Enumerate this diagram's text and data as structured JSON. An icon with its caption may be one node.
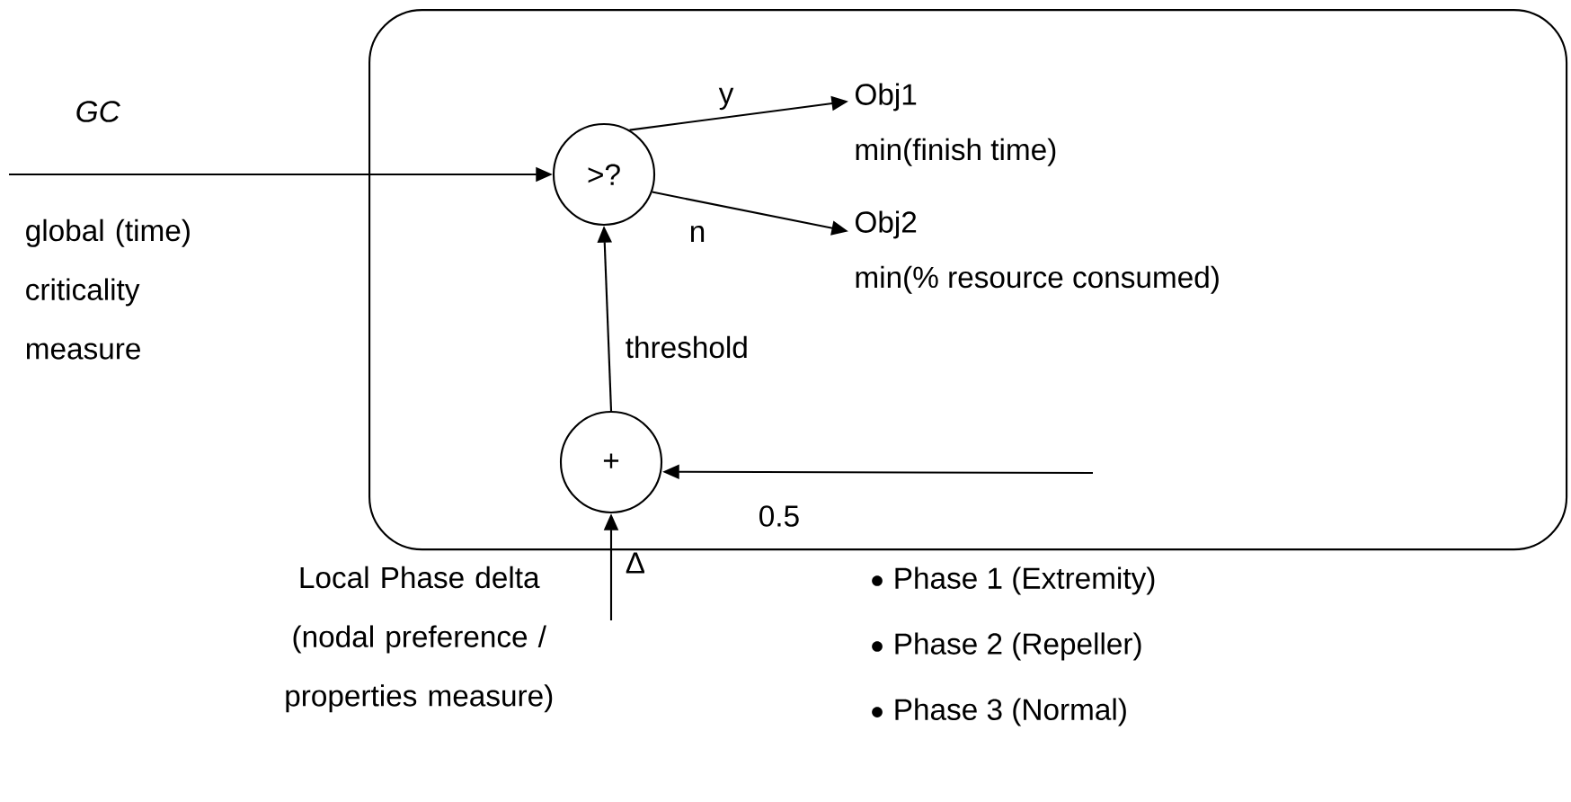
{
  "diagram": {
    "nodes": [
      {
        "text": [],
        "shape": "box"
      },
      {
        "text": [
          ">?"
        ],
        "in": 0
      },
      {
        "text": [
          "+"
        ],
        "in": 0
      },
      {
        "text": [
          "Obj1",
          "min(finish time)"
        ],
        "in": 0
      },
      {
        "text": [
          "Obj2",
          "min(% resource consumed)"
        ],
        "in": 0
      },
      {
        "text": [
          "Local Phase delta (nodal preference / properties measure)"
        ]
      }
    ],
    "edges": [
      {
        "from": null,
        "to": 1,
        "arrow": "to",
        "label": "GC"
      },
      {
        "from": 1,
        "to": 3,
        "arrow": "to",
        "label": "y"
      },
      {
        "from": 1,
        "to": 4,
        "arrow": "to",
        "label": "n"
      },
      {
        "from": 2,
        "to": 1,
        "arrow": "to",
        "label": "threshold"
      },
      {
        "from": null,
        "to": 2,
        "arrow": "to",
        "label": "0.5"
      },
      {
        "from": 5,
        "to": 2,
        "arrow": "to",
        "label": "Δ"
      }
    ],
    "labels": [
      "global (time) criticality measure",
      "Phase 1 (Extremity)",
      "Phase 2 (Repeller)",
      "Phase 3 (Normal)"
    ]
  }
}
